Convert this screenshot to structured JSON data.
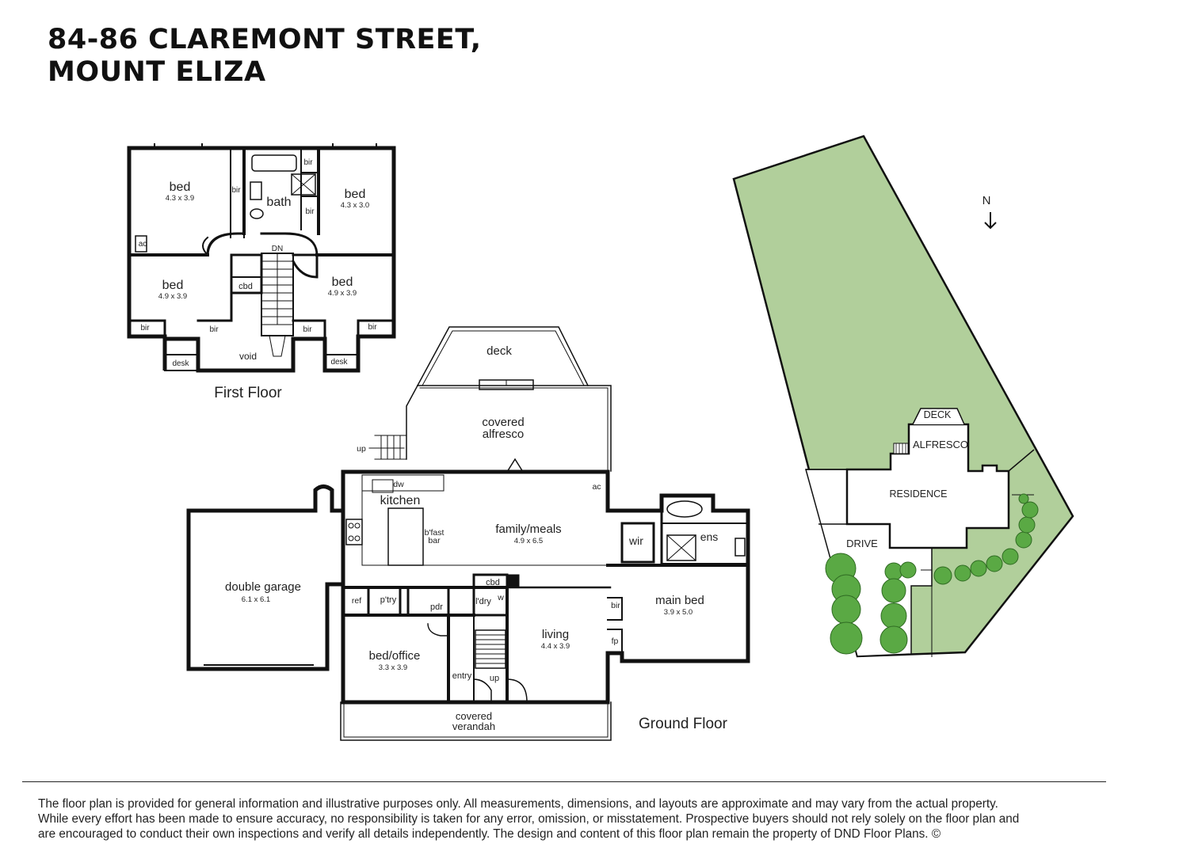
{
  "title": {
    "line1": "84-86  CLAREMONT STREET,",
    "line2": "MOUNT ELIZA"
  },
  "first_floor": {
    "caption": "First Floor",
    "rooms": [
      {
        "name": "bed",
        "dims": "4.3 x 3.9"
      },
      {
        "name": "bed",
        "dims": "4.3 x 3.0"
      },
      {
        "name": "bed",
        "dims": "4.9 x 3.9"
      },
      {
        "name": "bed",
        "dims": "4.9 x 3.9"
      },
      {
        "name": "bath"
      }
    ],
    "labels": [
      "bir",
      "bir",
      "bir",
      "ac",
      "DN",
      "cbd",
      "bir",
      "bir",
      "bir",
      "bir",
      "void",
      "desk",
      "desk"
    ]
  },
  "ground_floor": {
    "caption": "Ground Floor",
    "rooms": [
      {
        "name": "deck"
      },
      {
        "name": "covered",
        "name2": "alfresco"
      },
      {
        "name": "kitchen"
      },
      {
        "name": "family/meals",
        "dims": "4.9 x 6.5"
      },
      {
        "name": "double garage",
        "dims": "6.1 x 6.1"
      },
      {
        "name": "main bed",
        "dims": "3.9 x 5.0"
      },
      {
        "name": "living",
        "dims": "4.4 x 3.9"
      },
      {
        "name": "bed/office",
        "dims": "3.3 x 3.9"
      },
      {
        "name": "covered",
        "name2": "verandah"
      },
      {
        "name": "wir"
      },
      {
        "name": "ens"
      }
    ],
    "labels": [
      "up",
      "dw",
      "ac",
      "b'fast",
      "bar",
      "ref",
      "p'try",
      "pdr",
      "cbd",
      "l'dry",
      "w",
      "bir",
      "fp",
      "entry",
      "up"
    ]
  },
  "site_plan": {
    "labels": [
      "DECK",
      "ALFRESCO",
      "RESIDENCE",
      "DRIVE"
    ],
    "north_label": "N"
  },
  "colors": {
    "lawn": "#b1cf9b",
    "tree": "#5aa944",
    "wall": "#111111"
  },
  "disclaimer": {
    "line1": "The floor plan is provided for general information and illustrative purposes only. All measurements, dimensions, and layouts are approximate and may vary from the actual property.",
    "line2": "While every effort has been made to ensure accuracy, no responsibility is taken for any error, omission, or misstatement. Prospective buyers should not rely solely on the floor plan and",
    "line3": "are encouraged to conduct their own inspections and verify all details independently. The design and content of this floor plan remain the property of DND Floor Plans.",
    "copyright": "©"
  }
}
